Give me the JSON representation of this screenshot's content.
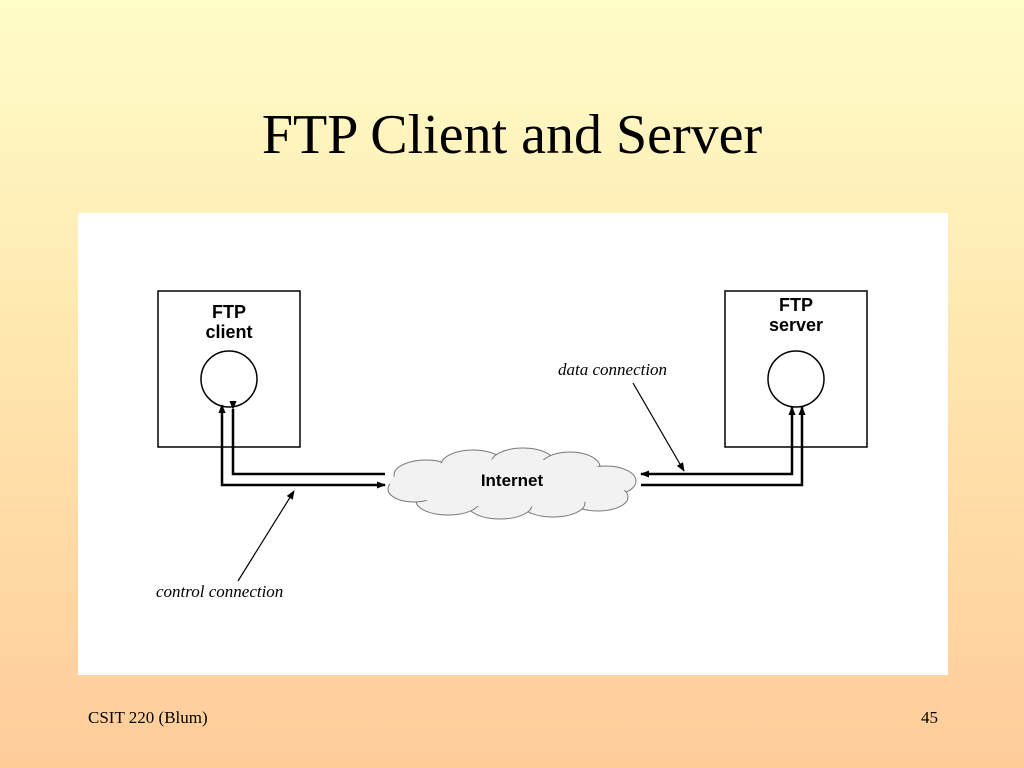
{
  "slide": {
    "title": "FTP Client and Server",
    "footer_left": "CSIT 220 (Blum)",
    "page_number": "45"
  },
  "diagram": {
    "client_box": {
      "line1": "FTP",
      "line2": "client"
    },
    "server_box": {
      "line1": "FTP",
      "line2": "server"
    },
    "cloud_label": "Internet",
    "data_connection_label": "data connection",
    "control_connection_label": "control connection"
  }
}
